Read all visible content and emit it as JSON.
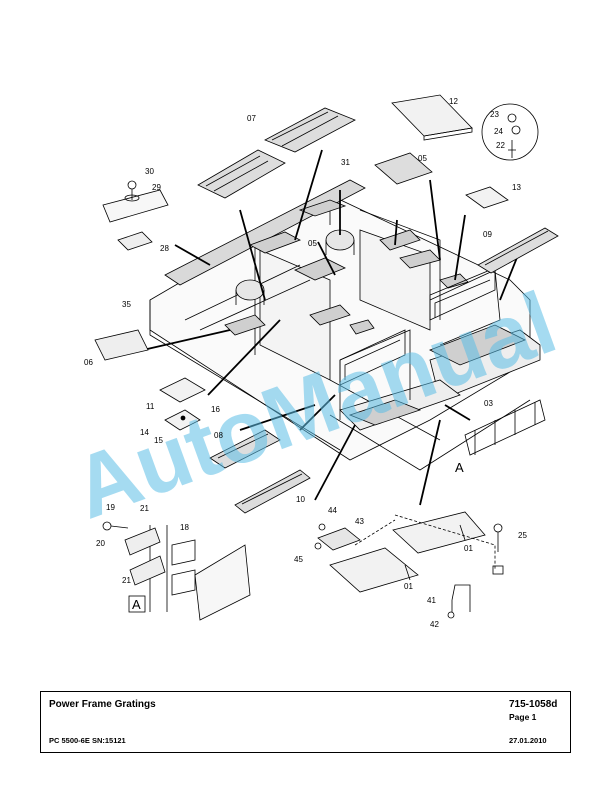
{
  "watermark": "AutoManual",
  "callouts": [
    {
      "id": "c01a",
      "label": "01"
    },
    {
      "id": "c01b",
      "label": "01"
    },
    {
      "id": "c03",
      "label": "03"
    },
    {
      "id": "c05a",
      "label": "05"
    },
    {
      "id": "c05b",
      "label": "05"
    },
    {
      "id": "c06",
      "label": "06"
    },
    {
      "id": "c07",
      "label": "07"
    },
    {
      "id": "c08",
      "label": "08"
    },
    {
      "id": "c09",
      "label": "09"
    },
    {
      "id": "c10",
      "label": "10"
    },
    {
      "id": "c11",
      "label": "11"
    },
    {
      "id": "c12",
      "label": "12"
    },
    {
      "id": "c13",
      "label": "13"
    },
    {
      "id": "c14",
      "label": "14"
    },
    {
      "id": "c15",
      "label": "15"
    },
    {
      "id": "c16",
      "label": "16"
    },
    {
      "id": "c18",
      "label": "18"
    },
    {
      "id": "c19",
      "label": "19"
    },
    {
      "id": "c20",
      "label": "20"
    },
    {
      "id": "c21a",
      "label": "21"
    },
    {
      "id": "c21b",
      "label": "21"
    },
    {
      "id": "c22",
      "label": "22"
    },
    {
      "id": "c23",
      "label": "23"
    },
    {
      "id": "c24",
      "label": "24"
    },
    {
      "id": "c25",
      "label": "25"
    },
    {
      "id": "c28",
      "label": "28"
    },
    {
      "id": "c29",
      "label": "29"
    },
    {
      "id": "c30",
      "label": "30"
    },
    {
      "id": "c31",
      "label": "31"
    },
    {
      "id": "c35",
      "label": "35"
    },
    {
      "id": "c41",
      "label": "41"
    },
    {
      "id": "c42",
      "label": "42"
    },
    {
      "id": "c43",
      "label": "43"
    },
    {
      "id": "c44",
      "label": "44"
    },
    {
      "id": "c45",
      "label": "45"
    }
  ],
  "reference_marks": [
    {
      "id": "refA_main",
      "label": "A"
    },
    {
      "id": "refA_detail",
      "label": "A"
    }
  ],
  "title_block": {
    "title": "Power Frame Gratings",
    "doc_number": "715-1058d",
    "page": "Page 1",
    "model": "PC 5500-6E SN:15121",
    "date": "27.01.2010"
  }
}
